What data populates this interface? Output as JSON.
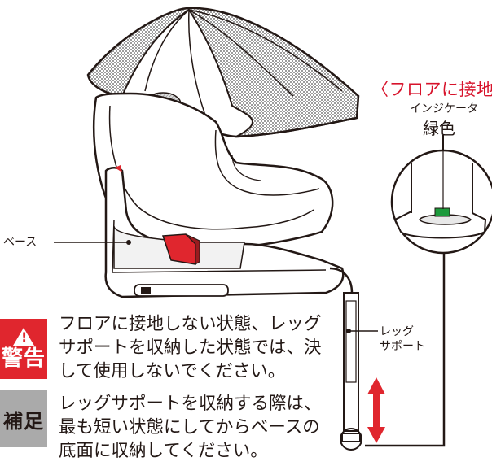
{
  "callout": {
    "title": "〈フロアに接地",
    "indicator_label": "インジケータ",
    "indicator_color": "緑色"
  },
  "labels": {
    "base": "ベース",
    "leg_support": "レッグ\nサポート"
  },
  "warning": {
    "badge": "警告",
    "text": "フロアに接地しない状態、レッグサポートを収納した状態では、決して使用しないでください。"
  },
  "note": {
    "badge": "補足",
    "text": "レッグサポートを収納する際は、最も短い状態にしてからベースの底面に収納してください。"
  },
  "colors": {
    "warning_red": "#e0262e",
    "callout_red": "#d7132b",
    "indicator_green": "#1d9a3c",
    "note_gray": "#aaaaaa"
  }
}
